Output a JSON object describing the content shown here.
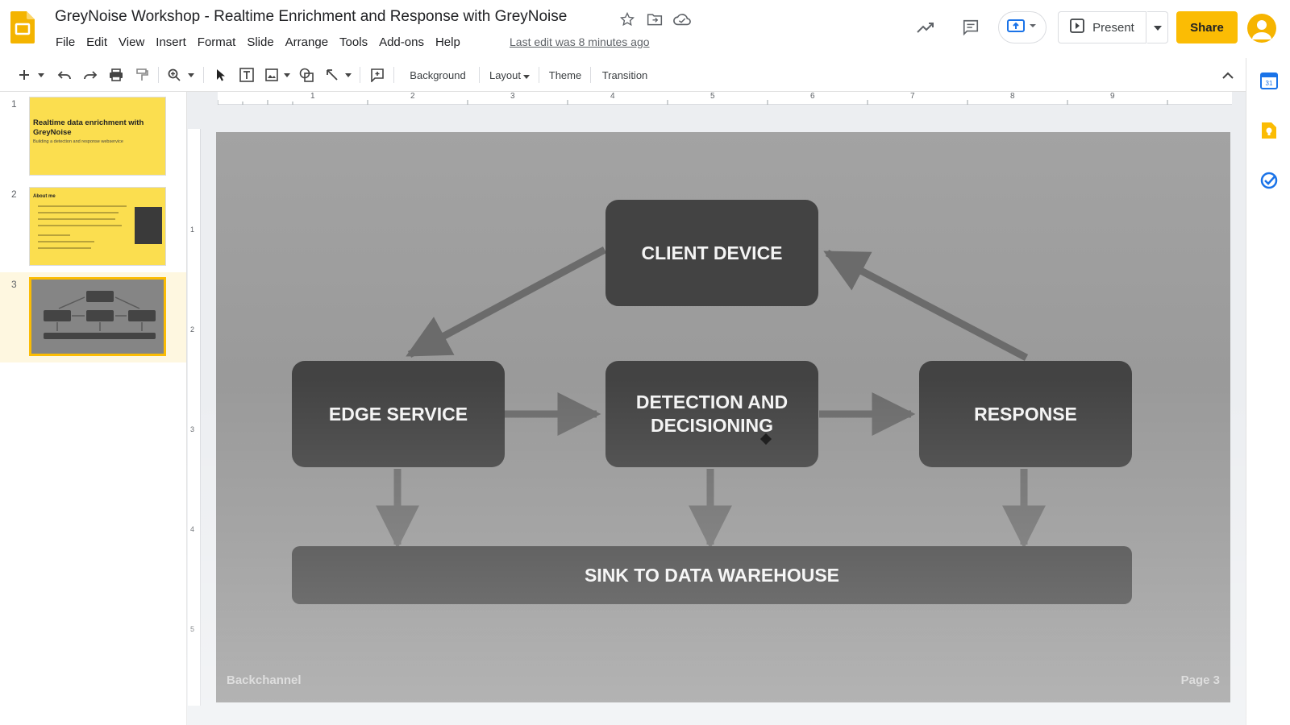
{
  "app": {
    "doc_title": "GreyNoise Workshop - Realtime Enrichment and Response with GreyNoise",
    "last_edit": "Last edit was 8 minutes ago",
    "accent_color": "#fbbc04",
    "icons": [
      "slides-logo-icon",
      "star-icon",
      "move-folder-icon",
      "cloud-status-icon"
    ]
  },
  "menu": [
    "File",
    "Edit",
    "View",
    "Insert",
    "Format",
    "Slide",
    "Arrange",
    "Tools",
    "Add-ons",
    "Help"
  ],
  "header_actions": {
    "present_label": "Present",
    "share_label": "Share",
    "icons": [
      "activity-trend-icon",
      "comments-icon",
      "meet-icon",
      "present-icon",
      "avatar-icon"
    ]
  },
  "toolbar": {
    "background_label": "Background",
    "layout_label": "Layout",
    "theme_label": "Theme",
    "transition_label": "Transition"
  },
  "ruler": {
    "h_marks": [
      "1",
      "2",
      "3",
      "4",
      "5",
      "6",
      "7",
      "8",
      "9"
    ],
    "v_marks": [
      "1",
      "2",
      "3",
      "4",
      "5"
    ]
  },
  "filmstrip": {
    "selected": 3,
    "slides": [
      {
        "number": "1",
        "title": "Realtime data enrichment with GreyNoise",
        "subtitle": "Building a detection and response webservice"
      },
      {
        "number": "2",
        "title": "About me"
      },
      {
        "number": "3",
        "title": ""
      }
    ]
  },
  "slide": {
    "boxes": {
      "client_device": "CLIENT DEVICE",
      "edge_service": "EDGE SERVICE",
      "detection": "DETECTION AND DECISIONING",
      "response": "RESPONSE",
      "sink": "SINK TO DATA WAREHOUSE"
    },
    "footer_left": "Backchannel",
    "footer_right": "Page 3",
    "box_color": "#434343",
    "arrow_color": "#6b6b6b"
  },
  "side_panel": {
    "icons": [
      "calendar-icon",
      "keep-icon",
      "tasks-icon"
    ]
  }
}
